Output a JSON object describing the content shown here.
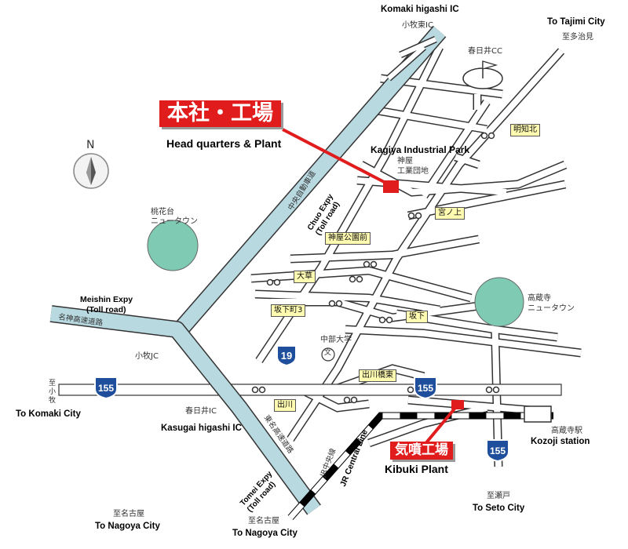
{
  "hq": {
    "title_jp": "本社・工場",
    "title_en": "Head quarters & Plant",
    "park_en": "Kagiya Industrial Park",
    "park_jp_1": "神屋",
    "park_jp_2": "工業団地",
    "color": "#e01c1c"
  },
  "kibuki": {
    "title_jp": "気噴工場",
    "title_en": "Kibuki Plant"
  },
  "interchanges": {
    "komaki_higashi_en": "Komaki higashi IC",
    "komaki_higashi_jp": "小牧東IC",
    "komaki_jc_jp": "小牧JC",
    "kasugai_higashi_en": "Kasugai higashi IC",
    "kasugai_higashi_jp": "春日井IC"
  },
  "directions": {
    "tajimi_en": "To Tajimi City",
    "tajimi_jp": "至多治見",
    "komaki_en": "To Komaki City",
    "komaki_jp": "至\n小\n牧",
    "nagoya_en": "To Nagoya City",
    "nagoya_jp": "至名古屋",
    "nagoya2_en": "To Nagoya City",
    "nagoya2_jp": "至名古屋",
    "seto_en": "To Seto City",
    "seto_jp": "至瀬戸"
  },
  "places": {
    "golf_jp": "春日井CC",
    "tokadai_1": "桃花台",
    "tokadai_2": "ニュータウン",
    "kozoji_1": "高蔵寺",
    "kozoji_2": "ニュータウン",
    "chubu_univ": "中部大学",
    "school_symbol": "文",
    "kozoji_station_jp": "高蔵寺駅",
    "kozoji_station_en": "Kozoji station"
  },
  "expressways": {
    "chuo_en_1": "Chuo Expy",
    "chuo_en_2": "(Toll road)",
    "chuo_jp": "中央自動車道",
    "meishin_en_1": "Meishin Expy",
    "meishin_en_2": "(Toll road)",
    "meishin_jp": "名神高速道路",
    "tomei_en_1": "Tomei Expy",
    "tomei_en_2": "(Toll road)",
    "tomei_jp": "東名高速道路"
  },
  "rail": {
    "jr_jp": "JR中央線",
    "jr_en": "JR Central Line"
  },
  "routes": {
    "r19": "19",
    "r155_a": "155",
    "r155_b": "155",
    "r155_c": "155",
    "shield_color": "#1f4f9c"
  },
  "signals": {
    "myochikita": "明知北",
    "minoue": "宮ノ上",
    "kagiya_koen": "神屋公園前",
    "okusa": "大草",
    "sakashita_3": "坂下町3",
    "sakashita": "坂下",
    "degawa_higashi": "出川橋東",
    "degawa": "出川"
  },
  "compass": {
    "north": "N"
  },
  "colors": {
    "expressway": "#b9d9e1",
    "newtown": "#7ecab2",
    "road": "#ffffff",
    "road_edge": "#333333"
  }
}
